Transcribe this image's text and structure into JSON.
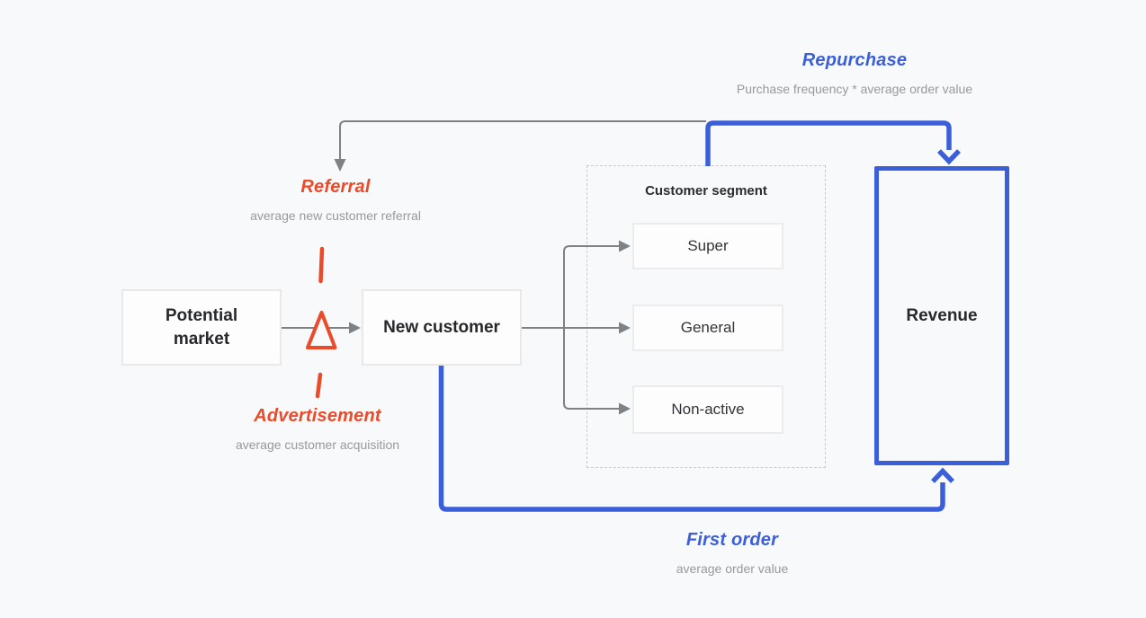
{
  "diagram": {
    "background": "#f8f9fa",
    "colors": {
      "accent_blue": "#3a5fd9",
      "accent_red": "#ea4b2a",
      "line_gray": "#7f8285",
      "muted_text": "#97999c",
      "dark_text": "#26282b",
      "node_border": "#e9e9ea",
      "dashed_border": "#c8cacc"
    },
    "nodes": {
      "potential_market": {
        "label": "Potential market"
      },
      "new_customer": {
        "label": "New customer"
      },
      "revenue": {
        "label": "Revenue"
      }
    },
    "segment_group": {
      "title": "Customer segment",
      "items": [
        {
          "label": "Super"
        },
        {
          "label": "General"
        },
        {
          "label": "Non-active"
        }
      ]
    },
    "annotations": {
      "repurchase": {
        "title": "Repurchase",
        "subtitle": "Purchase frequency * average order value"
      },
      "referral": {
        "title": "Referral",
        "subtitle": "average new customer referral"
      },
      "advertisement": {
        "title": "Advertisement",
        "subtitle": "average customer acquisition"
      },
      "first_order": {
        "title": "First order",
        "subtitle": "average order value"
      }
    }
  }
}
